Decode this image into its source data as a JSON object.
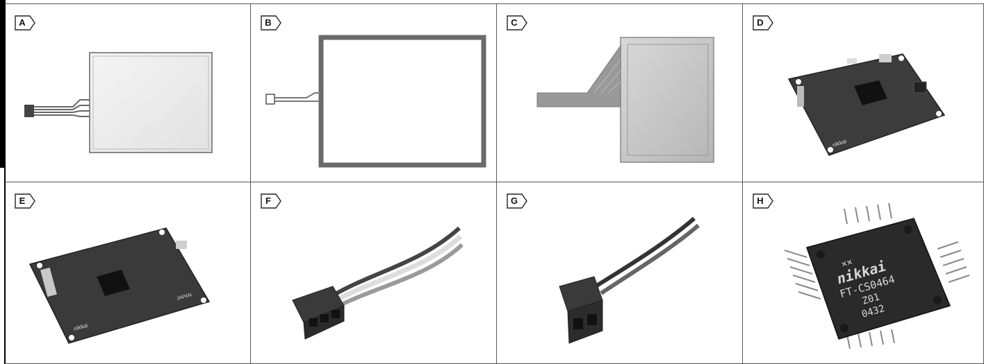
{
  "panels": [
    {
      "label": "A",
      "item": "touch-panel-thin-frame"
    },
    {
      "label": "B",
      "item": "touch-panel-dark-frame"
    },
    {
      "label": "C",
      "item": "touch-panel-wide-flex"
    },
    {
      "label": "D",
      "item": "controller-board-angled"
    },
    {
      "label": "E",
      "item": "controller-board-jp"
    },
    {
      "label": "F",
      "item": "cable-connector-3pin"
    },
    {
      "label": "G",
      "item": "cable-connector-2pin"
    },
    {
      "label": "H",
      "item": "controller-ic-chip"
    }
  ],
  "chip_text": {
    "brand": "nikkai",
    "part": "FT-CS0464",
    "line3": "Z01",
    "line4": "0432"
  },
  "board_text": {
    "jp": "JAPAN"
  }
}
